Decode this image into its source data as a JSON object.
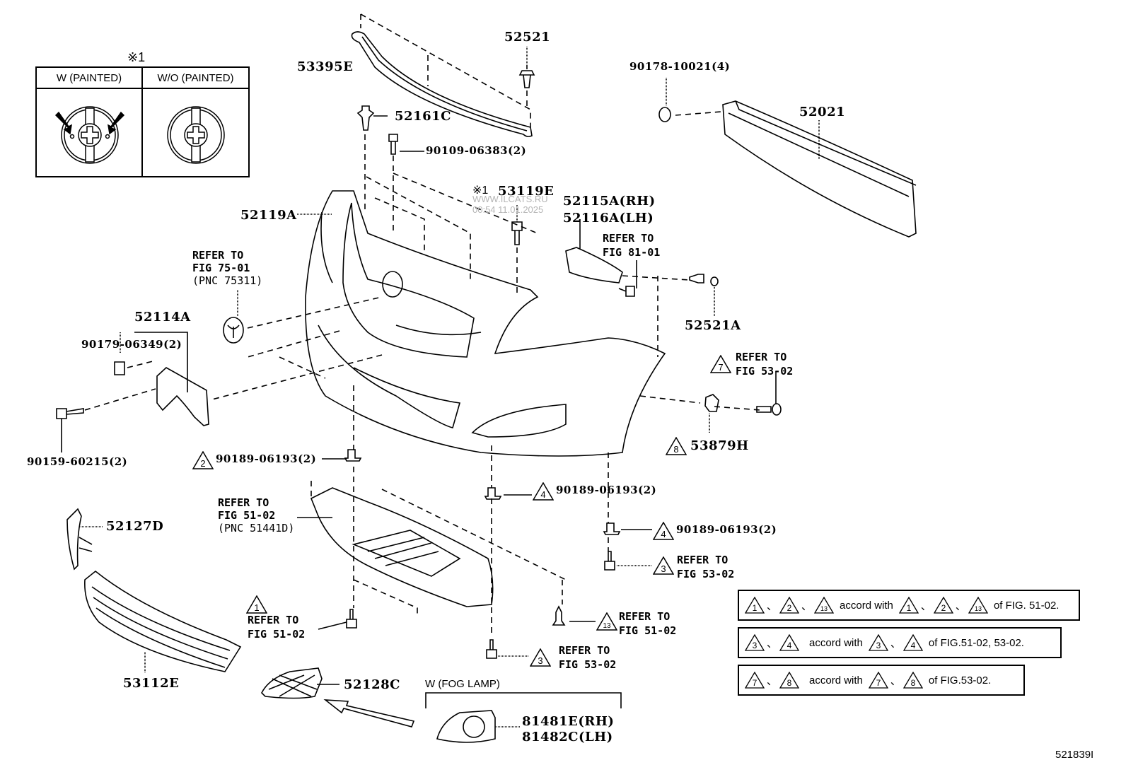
{
  "diagram": {
    "type": "exploded parts diagram",
    "subject": "Front bumper and grille assembly",
    "figure_code": "521839I",
    "watermark": {
      "site": "WWW.ILCATS.RU",
      "timestamp": "00:54 11.01.2025"
    }
  },
  "inset": {
    "marker": "※1",
    "columns": [
      {
        "label": "W (PAINTED)",
        "icon": "painted-clip-with-arrows"
      },
      {
        "label": "W/O (PAINTED)",
        "icon": "unpainted-clip"
      }
    ]
  },
  "parts": [
    {
      "id": "53395E",
      "name": "bumper-upper-seal"
    },
    {
      "id": "52521",
      "name": "top-clip"
    },
    {
      "id": "52161C",
      "name": "retainer-clip"
    },
    {
      "id": "90109-06383",
      "qty": "(2)",
      "name": "bolt"
    },
    {
      "id": "90178-10021",
      "qty": "(4)",
      "name": "nut"
    },
    {
      "id": "52021",
      "name": "reinforcement-bar"
    },
    {
      "id": "53119E",
      "prefix": "※1",
      "name": "grille-screw"
    },
    {
      "id": "52115A",
      "side": "(RH)",
      "name": "bumper-retainer-rh"
    },
    {
      "id": "52116A",
      "side": "(LH)",
      "name": "bumper-retainer-lh"
    },
    {
      "id": "52119A",
      "name": "bumper-cover"
    },
    {
      "id": "52521A",
      "name": "side-clip"
    },
    {
      "id": "52114A",
      "name": "license-bracket"
    },
    {
      "id": "90179-06349",
      "qty": "(2)",
      "name": "bracket-nut"
    },
    {
      "id": "90159-60215",
      "qty": "(2)",
      "name": "bracket-screw"
    },
    {
      "id": "53879H",
      "name": "fender-bracket",
      "badge": "8"
    },
    {
      "id": "52127D",
      "name": "grille-side-trim"
    },
    {
      "id": "53112E",
      "name": "lower-grille"
    },
    {
      "id": "52128C",
      "name": "fog-lamp-cover"
    },
    {
      "id": "81481E",
      "side": "(RH)",
      "name": "fog-lamp-bezel-rh"
    },
    {
      "id": "81482C",
      "side": "(LH)",
      "name": "fog-lamp-bezel-lh"
    }
  ],
  "labels": {
    "p53395E": "53395E",
    "p52521": "52521",
    "p52161C": "52161C",
    "p90109": "90109-06383(2)",
    "p90178": "90178-10021(4)",
    "p52021": "52021",
    "p53119E_mark": "※1",
    "p53119E": "53119E",
    "p52115A": "52115A(RH)",
    "p52116A": "52116A(LH)",
    "p52119A": "52119A",
    "p52521A": "52521A",
    "p52114A": "52114A",
    "p90179": "90179-06349(2)",
    "p90159": "90159-60215(2)",
    "p53879H": "53879H",
    "p52127D": "52127D",
    "p53112E": "53112E",
    "p52128C": "52128C",
    "p81481E": "81481E(RH)",
    "p81482C": "81482C(LH)",
    "p90189_a": "90189-06193(2)",
    "p90189_b": "90189-06193(2)",
    "p90189_c": "90189-06193(2)"
  },
  "references": {
    "emblem": [
      "REFER TO",
      "FIG 75-01",
      "(PNC 75311)"
    ],
    "retainer": [
      "REFER TO",
      "FIG 81-01"
    ],
    "undercover": [
      "REFER TO",
      "FIG 51-02",
      "(PNC 51441D)"
    ],
    "ref7": [
      "REFER TO",
      "FIG 53-02"
    ],
    "ref3_right": [
      "REFER TO",
      "FIG 53-02"
    ],
    "ref1": [
      "REFER TO",
      "FIG 51-02"
    ],
    "ref13": [
      "REFER TO",
      "FIG 51-02"
    ],
    "ref3_bottom": [
      "REFER TO",
      "FIG 53-02"
    ]
  },
  "badges": {
    "b2": "2",
    "b4a": "4",
    "b4b": "4",
    "b3a": "3",
    "b1": "1",
    "b13": "13",
    "b3b": "3",
    "b7": "7",
    "b8": "8"
  },
  "fog_lamp_group": {
    "label": "W (FOG LAMP)"
  },
  "notes": [
    {
      "left_marks": [
        "1",
        "2",
        "13"
      ],
      "text": "accord with",
      "right_marks": [
        "1",
        "2",
        "13"
      ],
      "suffix": "of FIG. 51-02."
    },
    {
      "left_marks": [
        "3",
        "4"
      ],
      "text": "accord with",
      "right_marks": [
        "3",
        "4"
      ],
      "suffix": "of FIG.51-02, 53-02."
    },
    {
      "left_marks": [
        "7",
        "8"
      ],
      "text": "accord with",
      "right_marks": [
        "7",
        "8"
      ],
      "suffix": "of FIG.53-02."
    }
  ],
  "separator": "、"
}
